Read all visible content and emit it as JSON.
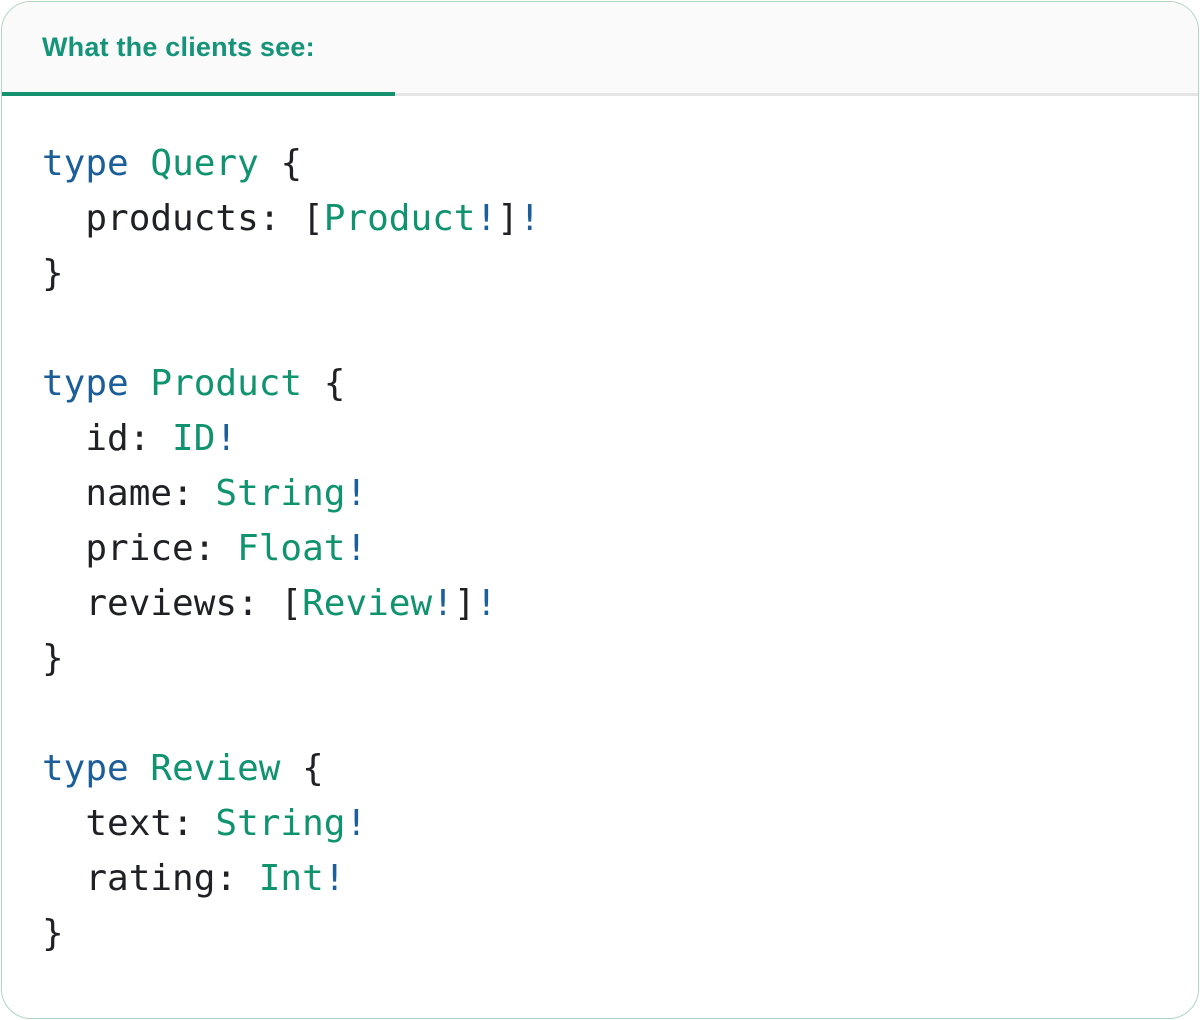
{
  "colors": {
    "accent-green": "#14926f",
    "title-green": "#15947a",
    "keyword-blue": "#1b5e99",
    "type-green": "#10936f",
    "plain-dark": "#1f2125",
    "card-border": "#b2d5c2",
    "header-bg": "#fafafa",
    "divider-gray": "#e5e5e5"
  },
  "header": {
    "tab_label": "What the clients see:"
  },
  "code": {
    "lines": [
      [
        {
          "t": "type",
          "c": "kw"
        },
        {
          "t": " ",
          "c": "plain"
        },
        {
          "t": "Query",
          "c": "type"
        },
        {
          "t": " {",
          "c": "plain"
        }
      ],
      [
        {
          "t": "  products: [",
          "c": "plain"
        },
        {
          "t": "Product",
          "c": "type"
        },
        {
          "t": "!",
          "c": "bang"
        },
        {
          "t": "]",
          "c": "plain"
        },
        {
          "t": "!",
          "c": "bang"
        }
      ],
      [
        {
          "t": "}",
          "c": "plain"
        }
      ],
      [],
      [
        {
          "t": "type",
          "c": "kw"
        },
        {
          "t": " ",
          "c": "plain"
        },
        {
          "t": "Product",
          "c": "type"
        },
        {
          "t": " {",
          "c": "plain"
        }
      ],
      [
        {
          "t": "  id: ",
          "c": "plain"
        },
        {
          "t": "ID",
          "c": "type"
        },
        {
          "t": "!",
          "c": "bang"
        }
      ],
      [
        {
          "t": "  name: ",
          "c": "plain"
        },
        {
          "t": "String",
          "c": "type"
        },
        {
          "t": "!",
          "c": "bang"
        }
      ],
      [
        {
          "t": "  price: ",
          "c": "plain"
        },
        {
          "t": "Float",
          "c": "type"
        },
        {
          "t": "!",
          "c": "bang"
        }
      ],
      [
        {
          "t": "  reviews: [",
          "c": "plain"
        },
        {
          "t": "Review",
          "c": "type"
        },
        {
          "t": "!",
          "c": "bang"
        },
        {
          "t": "]",
          "c": "plain"
        },
        {
          "t": "!",
          "c": "bang"
        }
      ],
      [
        {
          "t": "}",
          "c": "plain"
        }
      ],
      [],
      [
        {
          "t": "type",
          "c": "kw"
        },
        {
          "t": " ",
          "c": "plain"
        },
        {
          "t": "Review",
          "c": "type"
        },
        {
          "t": " {",
          "c": "plain"
        }
      ],
      [
        {
          "t": "  text: ",
          "c": "plain"
        },
        {
          "t": "String",
          "c": "type"
        },
        {
          "t": "!",
          "c": "bang"
        }
      ],
      [
        {
          "t": "  rating: ",
          "c": "plain"
        },
        {
          "t": "Int",
          "c": "type"
        },
        {
          "t": "!",
          "c": "bang"
        }
      ],
      [
        {
          "t": "}",
          "c": "plain"
        }
      ]
    ]
  }
}
